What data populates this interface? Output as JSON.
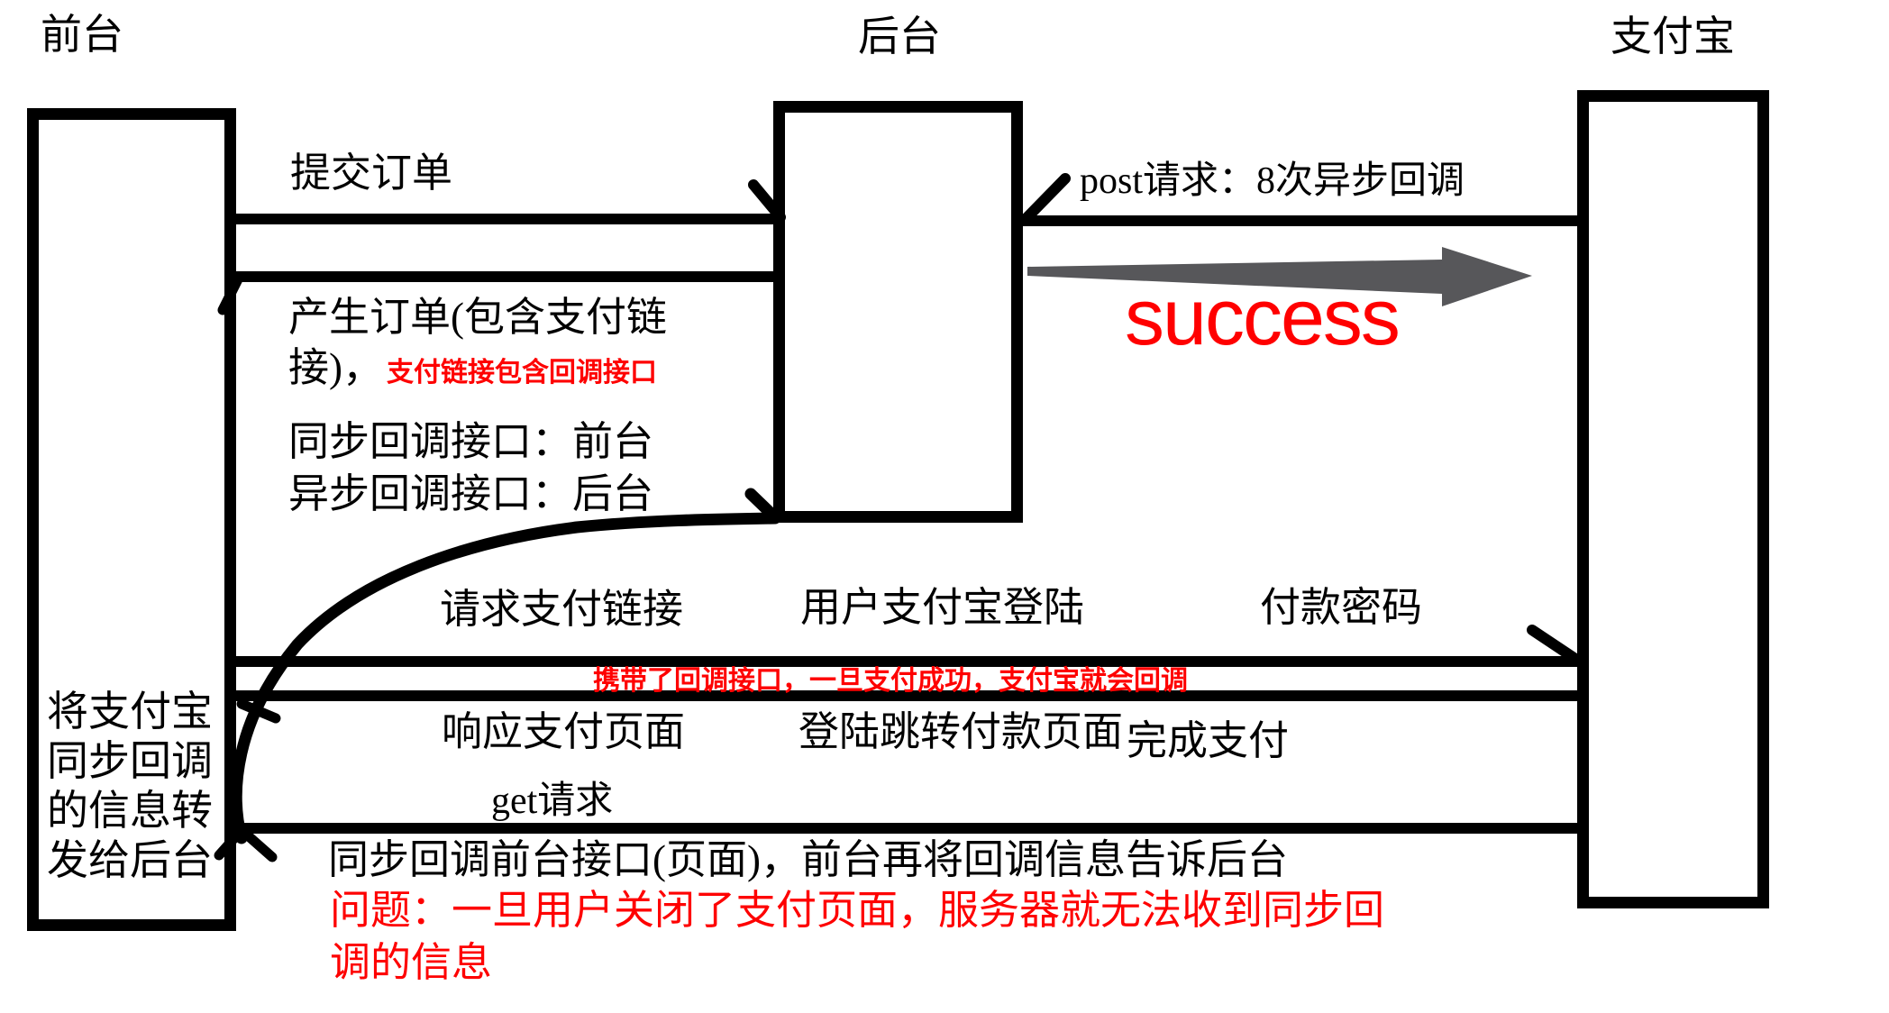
{
  "lifelines": {
    "frontend": "前台",
    "backend": "后台",
    "alipay": "支付宝"
  },
  "arrows": {
    "submit_order": "提交订单",
    "post_request": "post请求：8次异步回调",
    "success": "success",
    "request_pay_link": "请求支付链接",
    "user_login": "用户支付宝登陆",
    "pay_password": "付款密码",
    "respond_pay_page": "响应支付页面",
    "login_jump": "登陆跳转付款页面",
    "complete_pay": "完成支付",
    "get_request": "get请求"
  },
  "notes": {
    "generate_order_black1": "产生订单(包含支付链",
    "generate_order_black2": "接)，",
    "generate_order_red": "支付链接包含回调接口",
    "sync_callback_interface": "同步回调接口：前台",
    "async_callback_interface": "异步回调接口：后台",
    "carry_callback_red": "携带了回调接口，一旦支付成功，支付宝就会回调",
    "sync_callback_bottom": "同步回调前台接口(页面)，前台再将回调信息告诉后台",
    "problem_red_line1": "问题：一旦用户关闭了支付页面，服务器就无法收到同步回",
    "problem_red_line2": "调的信息",
    "forward_note": [
      "将支付宝",
      "同步回调",
      "的信息转",
      "发给后台"
    ]
  },
  "colors": {
    "ink": "#000000",
    "annotation_red": "#fe0000",
    "success_red": "#ff0000",
    "success_arrow_gray": "#57575a",
    "background": "#ffffff"
  }
}
